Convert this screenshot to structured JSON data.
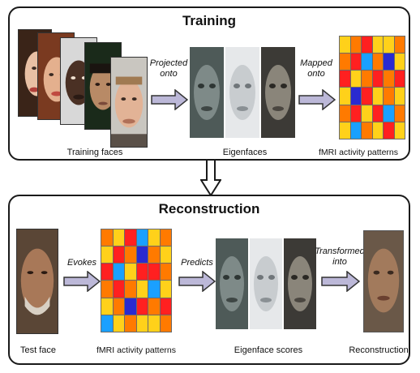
{
  "training": {
    "title": "Training",
    "training_faces_label": "Training faces",
    "projected_label_1": "Projected",
    "projected_label_2": "onto",
    "eigenfaces_label": "Eigenfaces",
    "mapped_label_1": "Mapped",
    "mapped_label_2": "onto",
    "patterns_label": "fMRI activity patterns",
    "grid_colors": [
      [
        "#ffd11a",
        "#ff7a00",
        "#ff2020",
        "#ffd11a",
        "#ffd11a",
        "#ff7a00"
      ],
      [
        "#ff7a00",
        "#ff2020",
        "#1aa0ff",
        "#ff7a00",
        "#2a2ad0",
        "#ffd11a"
      ],
      [
        "#ff2020",
        "#ffd11a",
        "#ff7a00",
        "#ff2020",
        "#ff7a00",
        "#ff2020"
      ],
      [
        "#ffd11a",
        "#2a2ad0",
        "#ff2020",
        "#ffd11a",
        "#ff7a00",
        "#ffd11a"
      ],
      [
        "#ff7a00",
        "#ff2020",
        "#ffd11a",
        "#ff2020",
        "#1aa0ff",
        "#ff7a00"
      ],
      [
        "#ffd11a",
        "#1aa0ff",
        "#ff7a00",
        "#ffd11a",
        "#ff2020",
        "#ffd11a"
      ]
    ]
  },
  "reconstruction": {
    "title": "Reconstruction",
    "test_face_label": "Test face",
    "evokes_label": "Evokes",
    "patterns_label": "fMRI activity patterns",
    "predicts_label": "Predicts",
    "eigenface_scores_label": "Eigenface scores",
    "transformed_label_1": "Transformed",
    "transformed_label_2": "into",
    "reconstruction_label": "Reconstruction",
    "grid_colors": [
      [
        "#ff7a00",
        "#ffd11a",
        "#ff2020",
        "#1aa0ff",
        "#ffd11a",
        "#ff7a00"
      ],
      [
        "#ffd11a",
        "#ff2020",
        "#ff7a00",
        "#2a2ad0",
        "#ff7a00",
        "#ffd11a"
      ],
      [
        "#ff2020",
        "#1aa0ff",
        "#ffd11a",
        "#ff2020",
        "#ff2020",
        "#ff7a00"
      ],
      [
        "#ff7a00",
        "#ff2020",
        "#ff7a00",
        "#ffd11a",
        "#1aa0ff",
        "#ffd11a"
      ],
      [
        "#ffd11a",
        "#ff7a00",
        "#2a2ad0",
        "#ff2020",
        "#ff7a00",
        "#ff2020"
      ],
      [
        "#1aa0ff",
        "#ffd11a",
        "#ff7a00",
        "#ffd11a",
        "#ffd11a",
        "#ff7a00"
      ]
    ]
  },
  "colors": {
    "arrow_fill": "#bcb8d8",
    "arrow_stroke": "#333333"
  }
}
